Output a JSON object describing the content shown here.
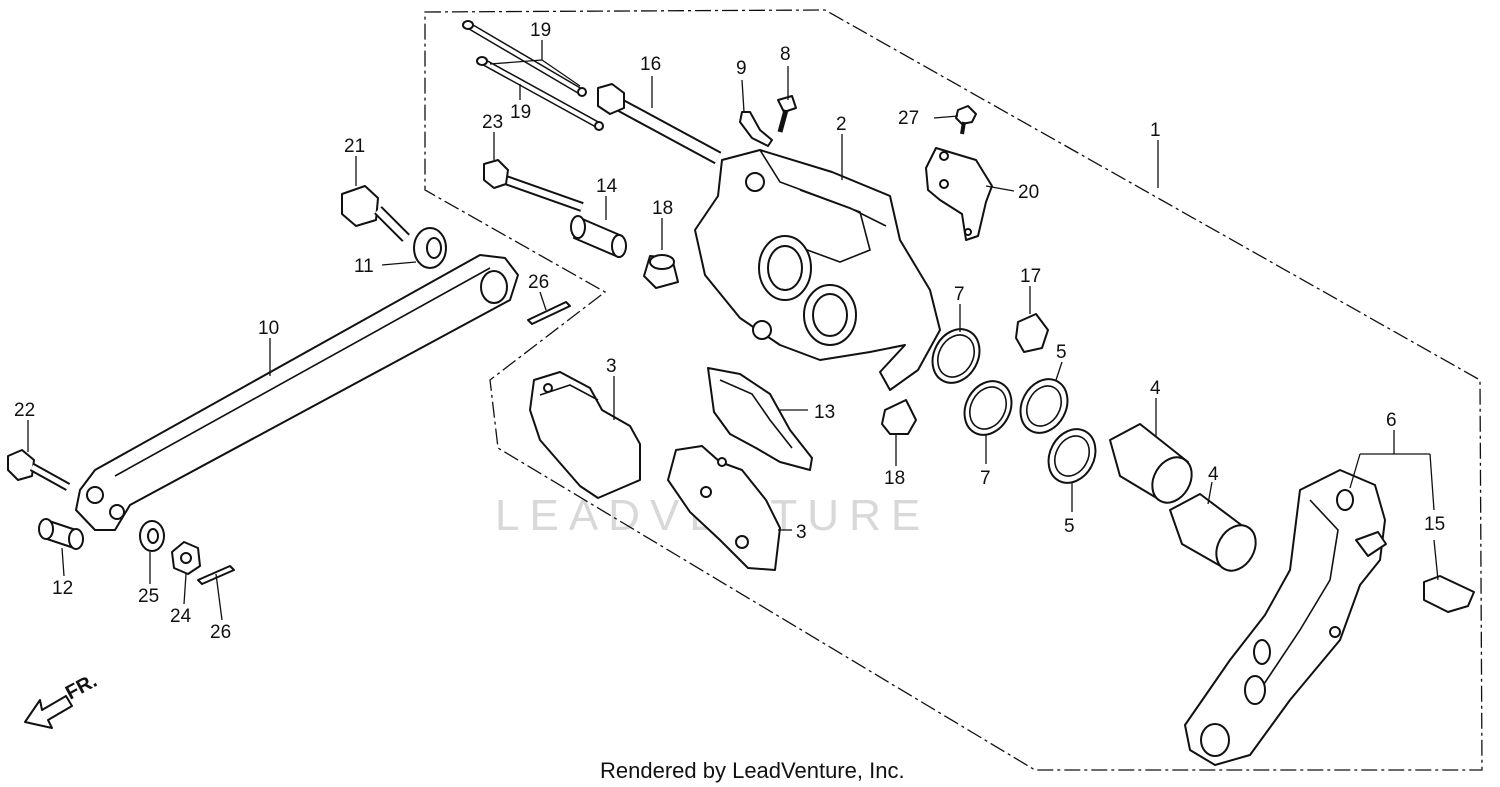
{
  "diagram": {
    "watermark": "LEADVENTURE",
    "footer": "Rendered by LeadVenture, Inc.",
    "direction_label": "FR.",
    "callouts": [
      {
        "id": "c1",
        "label": "1"
      },
      {
        "id": "c2",
        "label": "2"
      },
      {
        "id": "c3a",
        "label": "3"
      },
      {
        "id": "c3b",
        "label": "3"
      },
      {
        "id": "c4a",
        "label": "4"
      },
      {
        "id": "c4b",
        "label": "4"
      },
      {
        "id": "c5a",
        "label": "5"
      },
      {
        "id": "c5b",
        "label": "5"
      },
      {
        "id": "c6",
        "label": "6"
      },
      {
        "id": "c7a",
        "label": "7"
      },
      {
        "id": "c7b",
        "label": "7"
      },
      {
        "id": "c8",
        "label": "8"
      },
      {
        "id": "c9",
        "label": "9"
      },
      {
        "id": "c10",
        "label": "10"
      },
      {
        "id": "c11",
        "label": "11"
      },
      {
        "id": "c12",
        "label": "12"
      },
      {
        "id": "c13",
        "label": "13"
      },
      {
        "id": "c14",
        "label": "14"
      },
      {
        "id": "c15",
        "label": "15"
      },
      {
        "id": "c16",
        "label": "16"
      },
      {
        "id": "c17",
        "label": "17"
      },
      {
        "id": "c18a",
        "label": "18"
      },
      {
        "id": "c18b",
        "label": "18"
      },
      {
        "id": "c19a",
        "label": "19"
      },
      {
        "id": "c19b",
        "label": "19"
      },
      {
        "id": "c20",
        "label": "20"
      },
      {
        "id": "c21",
        "label": "21"
      },
      {
        "id": "c22",
        "label": "22"
      },
      {
        "id": "c23",
        "label": "23"
      },
      {
        "id": "c24",
        "label": "24"
      },
      {
        "id": "c25",
        "label": "25"
      },
      {
        "id": "c26a",
        "label": "26"
      },
      {
        "id": "c26b",
        "label": "26"
      },
      {
        "id": "c27",
        "label": "27"
      }
    ]
  }
}
